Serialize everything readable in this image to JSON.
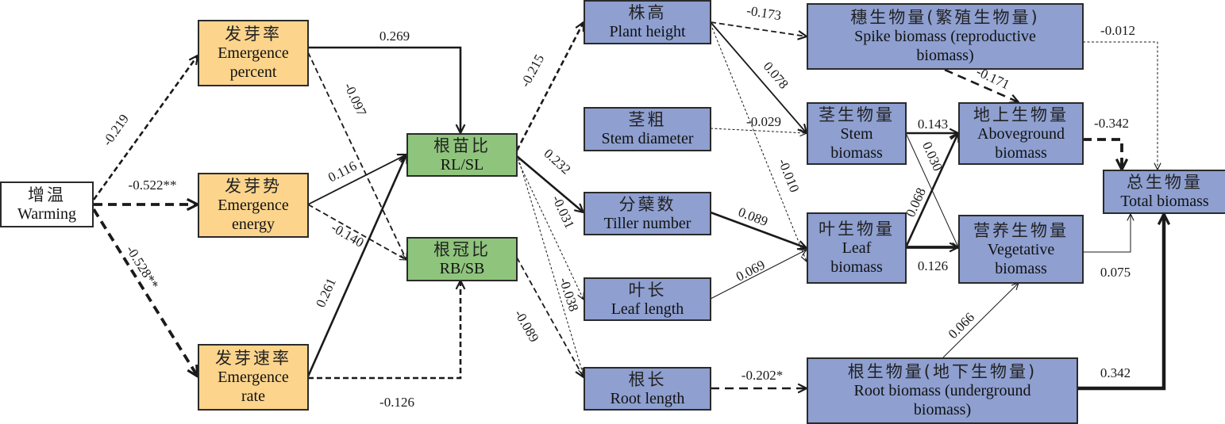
{
  "colors": {
    "exogenous": "#ffffff",
    "emergence": "#fcd48c",
    "root_ratio": "#8fc47c",
    "traits_biomass": "#8e9fd0",
    "line": "#1a1a1a"
  },
  "legend_convention": {
    "solid": "positive path",
    "dashed": "negative path",
    "asterisks": "* significant, ** highly significant"
  },
  "nodes": {
    "warming": {
      "lines": [
        "增温",
        "Warming"
      ]
    },
    "emergence_percent": {
      "lines": [
        "发芽率",
        "Emergence",
        "percent"
      ]
    },
    "emergence_energy": {
      "lines": [
        "发芽势",
        "Emergence",
        "energy"
      ]
    },
    "emergence_rate": {
      "lines": [
        "发芽速率",
        "Emergence",
        "rate"
      ]
    },
    "rl_sl": {
      "lines": [
        "根苗比",
        "RL/SL"
      ]
    },
    "rb_sb": {
      "lines": [
        "根冠比",
        "RB/SB"
      ]
    },
    "plant_height": {
      "lines": [
        "株高",
        "Plant height"
      ]
    },
    "stem_diameter": {
      "lines": [
        "茎粗",
        "Stem diameter"
      ]
    },
    "tiller_number": {
      "lines": [
        "分蘖数",
        "Tiller number"
      ]
    },
    "leaf_length": {
      "lines": [
        "叶长",
        "Leaf length"
      ]
    },
    "root_length": {
      "lines": [
        "根长",
        "Root length"
      ]
    },
    "spike_biomass": {
      "lines": [
        "穗生物量(繁殖生物量)",
        "Spike biomass (reproductive",
        "biomass)"
      ]
    },
    "stem_biomass": {
      "lines": [
        "茎生物量",
        "Stem",
        "biomass"
      ]
    },
    "leaf_biomass": {
      "lines": [
        "叶生物量",
        "Leaf",
        "biomass"
      ]
    },
    "aboveground_biomass": {
      "lines": [
        "地上生物量",
        "Aboveground",
        "biomass"
      ]
    },
    "vegetative_biomass": {
      "lines": [
        "营养生物量",
        "Vegetative",
        "biomass"
      ]
    },
    "root_biomass": {
      "lines": [
        "根生物量(地下生物量)",
        "Root biomass (underground",
        "biomass)"
      ]
    },
    "total_biomass": {
      "lines": [
        "总生物量",
        "Total biomass"
      ]
    }
  },
  "edges": [
    {
      "from": "warming",
      "to": "emergence_percent",
      "coefficient": "-0.219",
      "style": "dashed"
    },
    {
      "from": "warming",
      "to": "emergence_energy",
      "coefficient": "-0.522**",
      "style": "dashed"
    },
    {
      "from": "warming",
      "to": "emergence_rate",
      "coefficient": "-0.528**",
      "style": "dashed"
    },
    {
      "from": "emergence_percent",
      "to": "rl_sl",
      "coefficient": "0.269",
      "style": "solid"
    },
    {
      "from": "emergence_percent",
      "to": "rb_sb",
      "coefficient": "-0.097",
      "style": "dashed"
    },
    {
      "from": "emergence_energy",
      "to": "rl_sl",
      "coefficient": "0.116",
      "style": "solid"
    },
    {
      "from": "emergence_energy",
      "to": "rb_sb",
      "coefficient": "-0.140",
      "style": "dashed"
    },
    {
      "from": "emergence_rate",
      "to": "rl_sl",
      "coefficient": "0.261",
      "style": "solid"
    },
    {
      "from": "emergence_rate",
      "to": "rb_sb",
      "coefficient": "-0.126",
      "style": "dashed"
    },
    {
      "from": "rl_sl",
      "to": "plant_height",
      "coefficient": "-0.215",
      "style": "dashed"
    },
    {
      "from": "rl_sl",
      "to": "tiller_number",
      "coefficient": "0.232",
      "style": "solid"
    },
    {
      "from": "rl_sl",
      "to": "leaf_length",
      "coefficient": "-0.031",
      "style": "dashed"
    },
    {
      "from": "rl_sl",
      "to": "root_length",
      "coefficient": "-0.038",
      "style": "dashed"
    },
    {
      "from": "rb_sb",
      "to": "root_length",
      "coefficient": "-0.089",
      "style": "dashed"
    },
    {
      "from": "plant_height",
      "to": "spike_biomass",
      "coefficient": "-0.173",
      "style": "dashed"
    },
    {
      "from": "plant_height",
      "to": "stem_biomass",
      "coefficient": "0.078",
      "style": "solid"
    },
    {
      "from": "plant_height",
      "to": "leaf_biomass",
      "coefficient": "-0.010",
      "style": "dashed"
    },
    {
      "from": "stem_diameter",
      "to": "stem_biomass",
      "coefficient": "-0.029",
      "style": "dashed"
    },
    {
      "from": "tiller_number",
      "to": "leaf_biomass",
      "coefficient": "0.089",
      "style": "solid"
    },
    {
      "from": "leaf_length",
      "to": "leaf_biomass",
      "coefficient": "0.069",
      "style": "solid"
    },
    {
      "from": "root_length",
      "to": "root_biomass",
      "coefficient": "-0.202*",
      "style": "dashed"
    },
    {
      "from": "stem_biomass",
      "to": "aboveground_biomass",
      "coefficient": "0.143",
      "style": "solid"
    },
    {
      "from": "stem_biomass",
      "to": "vegetative_biomass",
      "coefficient": "0.030",
      "style": "solid"
    },
    {
      "from": "leaf_biomass",
      "to": "aboveground_biomass",
      "coefficient": "0.068",
      "style": "solid"
    },
    {
      "from": "leaf_biomass",
      "to": "vegetative_biomass",
      "coefficient": "0.126",
      "style": "solid"
    },
    {
      "from": "spike_biomass",
      "to": "aboveground_biomass",
      "coefficient": "-0.171",
      "style": "dashed"
    },
    {
      "from": "root_biomass",
      "to": "vegetative_biomass",
      "coefficient": "0.066",
      "style": "solid"
    },
    {
      "from": "spike_biomass",
      "to": "total_biomass",
      "coefficient": "-0.012",
      "style": "dashed"
    },
    {
      "from": "aboveground_biomass",
      "to": "total_biomass",
      "coefficient": "-0.342",
      "style": "dashed"
    },
    {
      "from": "vegetative_biomass",
      "to": "total_biomass",
      "coefficient": "0.075",
      "style": "solid"
    },
    {
      "from": "root_biomass",
      "to": "total_biomass",
      "coefficient": "0.342",
      "style": "solid"
    }
  ]
}
